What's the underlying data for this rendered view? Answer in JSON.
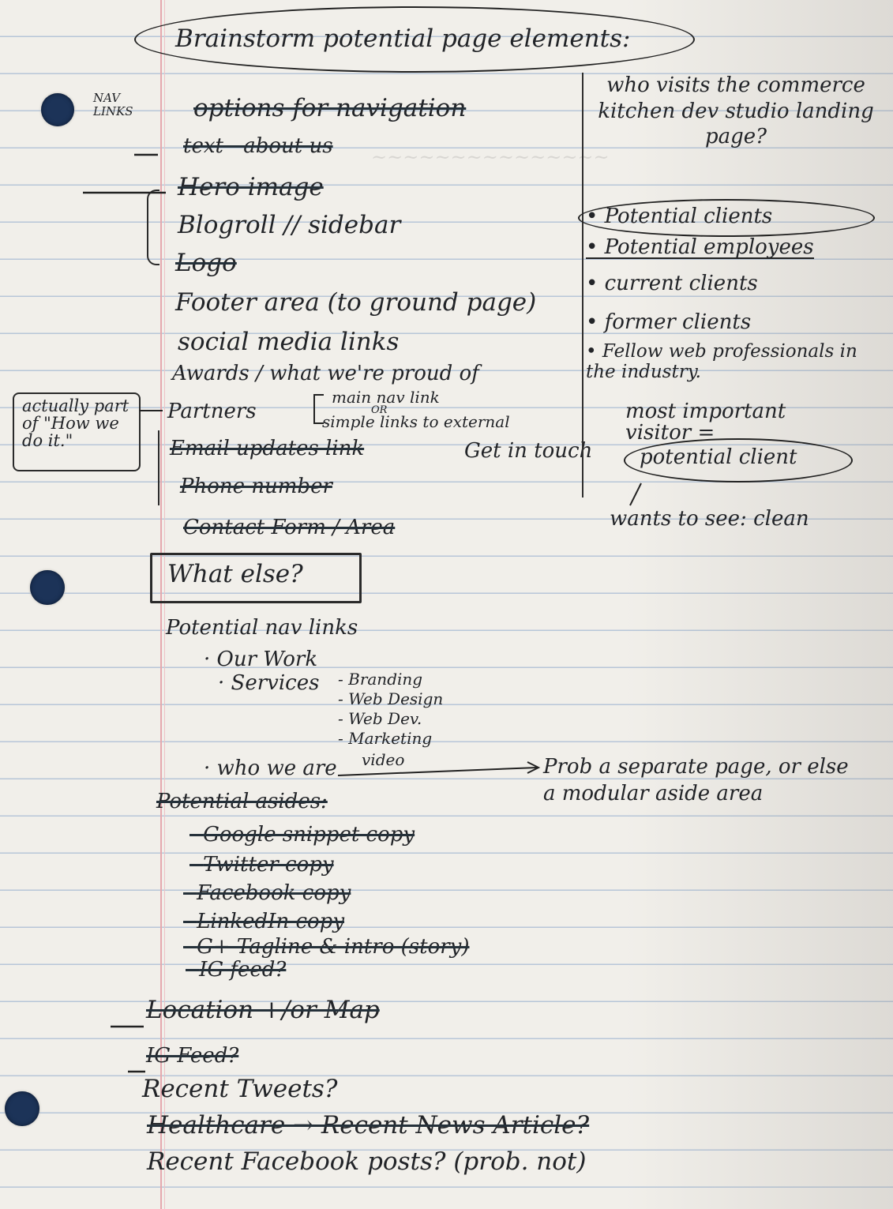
{
  "title": "Brainstorm potential page elements:",
  "left_margin_note": "NAV LINKS",
  "main_list": {
    "nav_options": "options for navigation",
    "items": [
      "text - about us",
      "Hero image",
      "Blogroll // sidebar",
      "Logo",
      "Footer area (to ground page)",
      "social media links",
      "Awards / what we're proud of",
      "Partners",
      "Email updates link",
      "Phone number",
      "Contact Form / Area"
    ],
    "partners_note_1": "main nav link",
    "partners_note_or": "OR",
    "partners_note_2": "simple links to external",
    "get_in_touch": "Get in touch"
  },
  "side_note": "actually part of \"How we do it.\"",
  "what_else": "What else?",
  "potential_nav": {
    "heading": "Potential nav links",
    "items": [
      "Our Work",
      "Services",
      "who we are"
    ],
    "services_sub": [
      "Branding",
      "Web Design",
      "Web Dev.",
      "Marketing",
      "video"
    ],
    "who_we_are_note": "Prob a separate page, or else a modular aside area"
  },
  "potential_asides": {
    "heading": "Potential asides:",
    "items": [
      "Google snippet copy",
      "Twitter copy",
      "Facebook copy",
      "LinkedIn copy",
      "G+ Tagline & intro (story)",
      "IG feed?"
    ]
  },
  "bottom_list": [
    "Location +/or Map",
    "IG Feed?",
    "Recent Tweets?",
    "Healthcare → Recent News Article?",
    "Recent Facebook posts? (prob. not)"
  ],
  "right_column": {
    "question": "who visits the commerce kitchen dev studio landing page?",
    "visitors": [
      "Potential clients",
      "Potential employees",
      "current clients",
      "former clients",
      "Fellow web professionals in the industry."
    ],
    "most_important_label": "most important visitor =",
    "most_important_value": "potential client",
    "wants_to_see": "wants to see: clean"
  },
  "colors": {
    "ink": "#222428",
    "paper": "#f1efea",
    "rule_line": "#b7c6d8",
    "margin_line": "#e5a9ae",
    "hole": "#1c3358"
  }
}
